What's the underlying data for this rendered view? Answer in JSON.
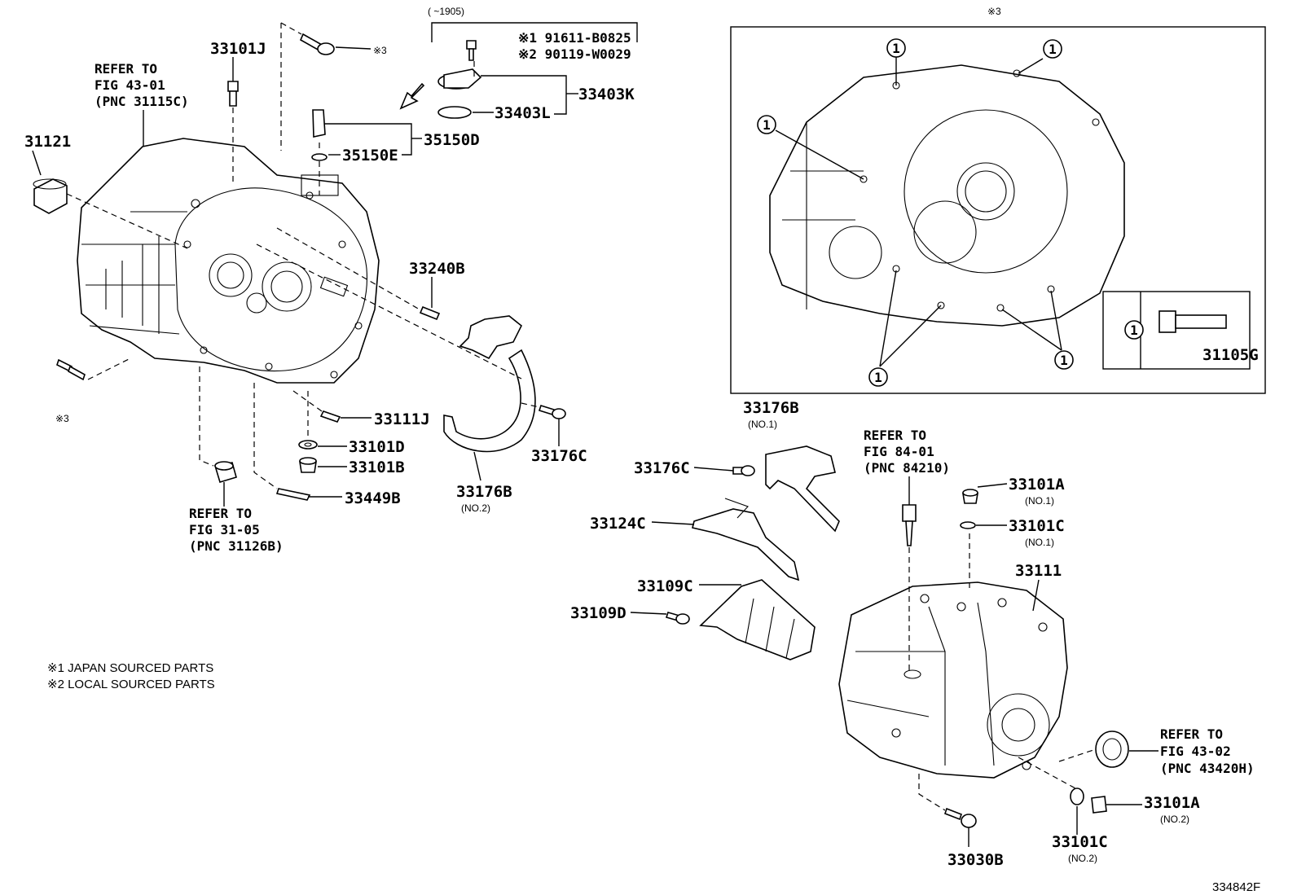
{
  "parts": {
    "p33101J": "33101J",
    "p31121": "31121",
    "p33403K": "33403K",
    "p33403L": "33403L",
    "p35150D": "35150D",
    "p35150E": "35150E",
    "p33240B": "33240B",
    "p33111J": "33111J",
    "p33101D": "33101D",
    "p33101B": "33101B",
    "p33449B": "33449B",
    "p33176C_top": "33176C",
    "p33176B_no2": "33176B",
    "p33176B_no1": "33176B",
    "p33176C_mid": "33176C",
    "p33124C": "33124C",
    "p33109C": "33109C",
    "p33109D": "33109D",
    "p33101A_no1": "33101A",
    "p33101C_no1": "33101C",
    "p33111": "33111",
    "p33101A_no2": "33101A",
    "p33101C_no2": "33101C",
    "p33030B": "33030B",
    "p31105G": "31105G"
  },
  "sublabels": {
    "no1": "(NO.1)",
    "no2": "(NO.2)"
  },
  "bolt_variants": {
    "range": "(      ~1905)",
    "v1": "※1 91611-B0825",
    "v2": "※2 90119-W0029"
  },
  "refs": {
    "ref_43_01": [
      "REFER TO",
      "FIG 43-01",
      "(PNC 31115C)"
    ],
    "ref_31_05": [
      "REFER TO",
      "FIG 31-05",
      "(PNC 31126B)"
    ],
    "ref_84_01": [
      "REFER TO",
      "FIG 84-01",
      "(PNC 84210)"
    ],
    "ref_43_02": [
      "REFER TO",
      "FIG 43-02",
      "(PNC 43420H)"
    ]
  },
  "marks": {
    "star3": "※3",
    "callout1": "1"
  },
  "notes": {
    "japan": "※1 JAPAN SOURCED PARTS",
    "local": "※2 LOCAL SOURCED PARTS"
  },
  "figure_id": "334842F"
}
